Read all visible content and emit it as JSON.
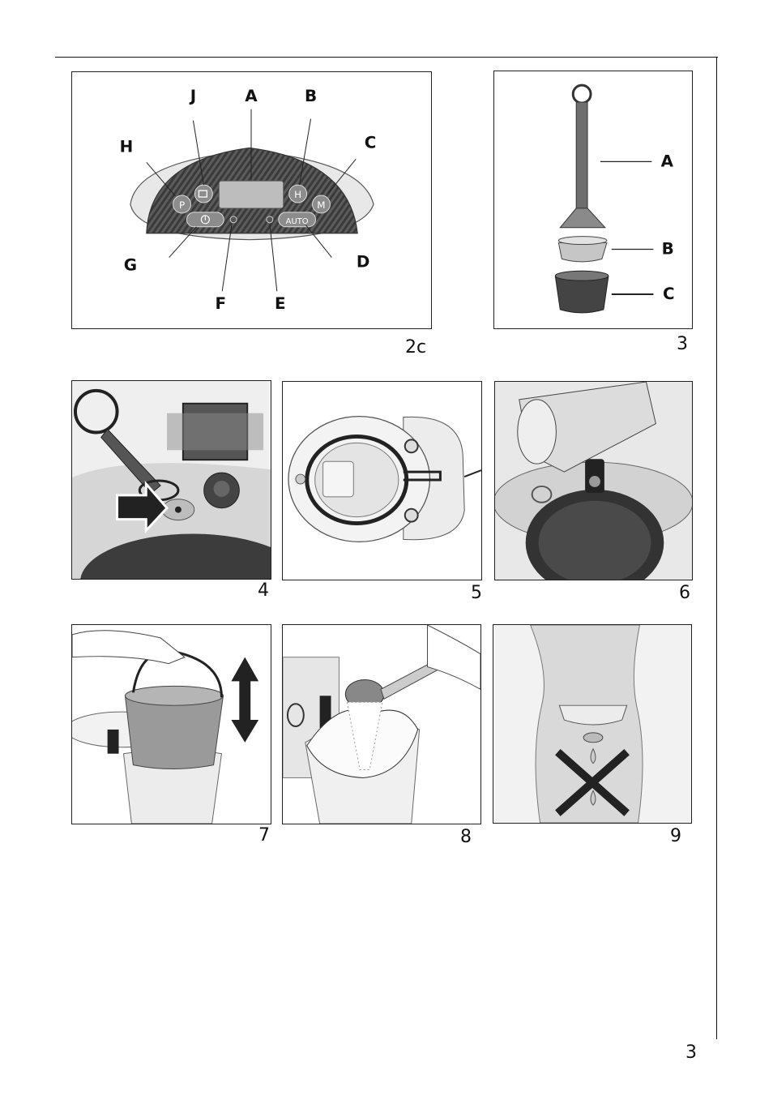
{
  "figures": {
    "fig2c": {
      "number": "2c",
      "labels": {
        "a": "A",
        "b": "B",
        "c": "C",
        "d": "D",
        "e": "E",
        "f": "F",
        "g": "G",
        "h": "H",
        "j": "J"
      },
      "buttons": {
        "p": "P",
        "h": "H",
        "m": "M",
        "auto": "AUTO"
      }
    },
    "fig3": {
      "number": "3",
      "labels": {
        "a": "A",
        "b": "B",
        "c": "C"
      }
    },
    "fig4": {
      "number": "4"
    },
    "fig5": {
      "number": "5"
    },
    "fig6": {
      "number": "6"
    },
    "fig7": {
      "number": "7"
    },
    "fig8": {
      "number": "8"
    },
    "fig9": {
      "number": "9"
    }
  },
  "page": {
    "number": "3"
  }
}
